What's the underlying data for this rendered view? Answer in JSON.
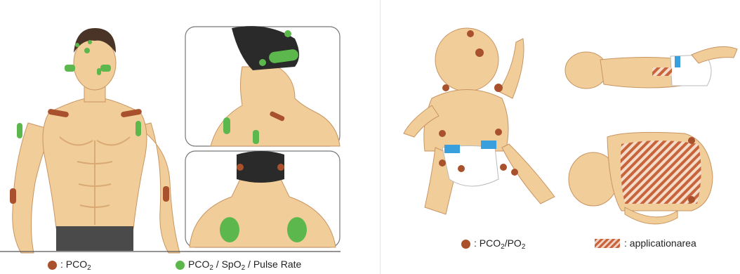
{
  "left_legend": {
    "pco2": {
      "label": "PCO",
      "sub": "2",
      "suffix": "",
      "color": "#a8512c"
    },
    "combo": {
      "label": "PCO",
      "sub": "2",
      "suffix": " / SpO",
      "sub2": "2",
      "suffix2": " / Pulse Rate",
      "color": "#5cb84c"
    }
  },
  "right_legend": {
    "pco2po2": {
      "label": "PCO",
      "sub": "2",
      "mid": "/PO",
      "sub2": "2",
      "color": "#a8512c"
    },
    "area": {
      "label": ": applicationarea",
      "color": "#c8643c"
    }
  },
  "colors": {
    "skin": "#f1cd99",
    "skin_shadow": "#d9aa73",
    "brown_marker": "#a8512c",
    "green_marker": "#5cb84c",
    "blue_strip": "#3aa0dd",
    "hair": "#2a2a2a"
  }
}
